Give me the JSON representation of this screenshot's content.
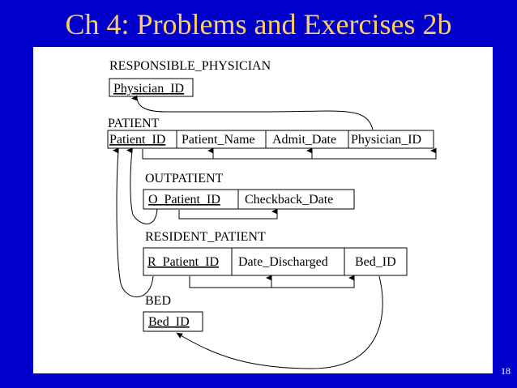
{
  "title": "Ch 4: Problems and  Exercises 2b",
  "slide_number": "18",
  "tables": {
    "responsible_physician": {
      "name": "RESPONSIBLE_PHYSICIAN",
      "fields": [
        "Physician_ID"
      ]
    },
    "patient": {
      "name": "PATIENT",
      "fields": [
        "Patient_ID",
        "Patient_Name",
        "Admit_Date",
        "Physician_ID"
      ]
    },
    "outpatient": {
      "name": "OUTPATIENT",
      "fields": [
        "O_Patient_ID",
        "Checkback_Date"
      ]
    },
    "resident_patient": {
      "name": "RESIDENT_PATIENT",
      "fields": [
        "R_Patient_ID",
        "Date_Discharged",
        "Bed_ID"
      ]
    },
    "bed": {
      "name": "BED",
      "fields": [
        "Bed_ID"
      ]
    }
  }
}
